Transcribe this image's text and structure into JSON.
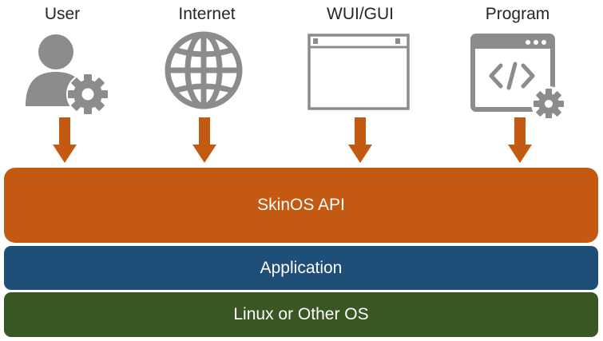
{
  "colors": {
    "icon_gray": "#8c8c8c",
    "arrow": "#c45911",
    "api_layer": "#c45911",
    "app_layer": "#1f4e79",
    "os_layer": "#385723"
  },
  "inputs": [
    {
      "label": "User",
      "icon": "user-gear-icon"
    },
    {
      "label": "Internet",
      "icon": "globe-icon"
    },
    {
      "label": "WUI/GUI",
      "icon": "window-icon"
    },
    {
      "label": "Program",
      "icon": "code-window-gear-icon"
    }
  ],
  "layers": {
    "api": "SkinOS API",
    "app": "Application",
    "os": "Linux or Other OS"
  }
}
